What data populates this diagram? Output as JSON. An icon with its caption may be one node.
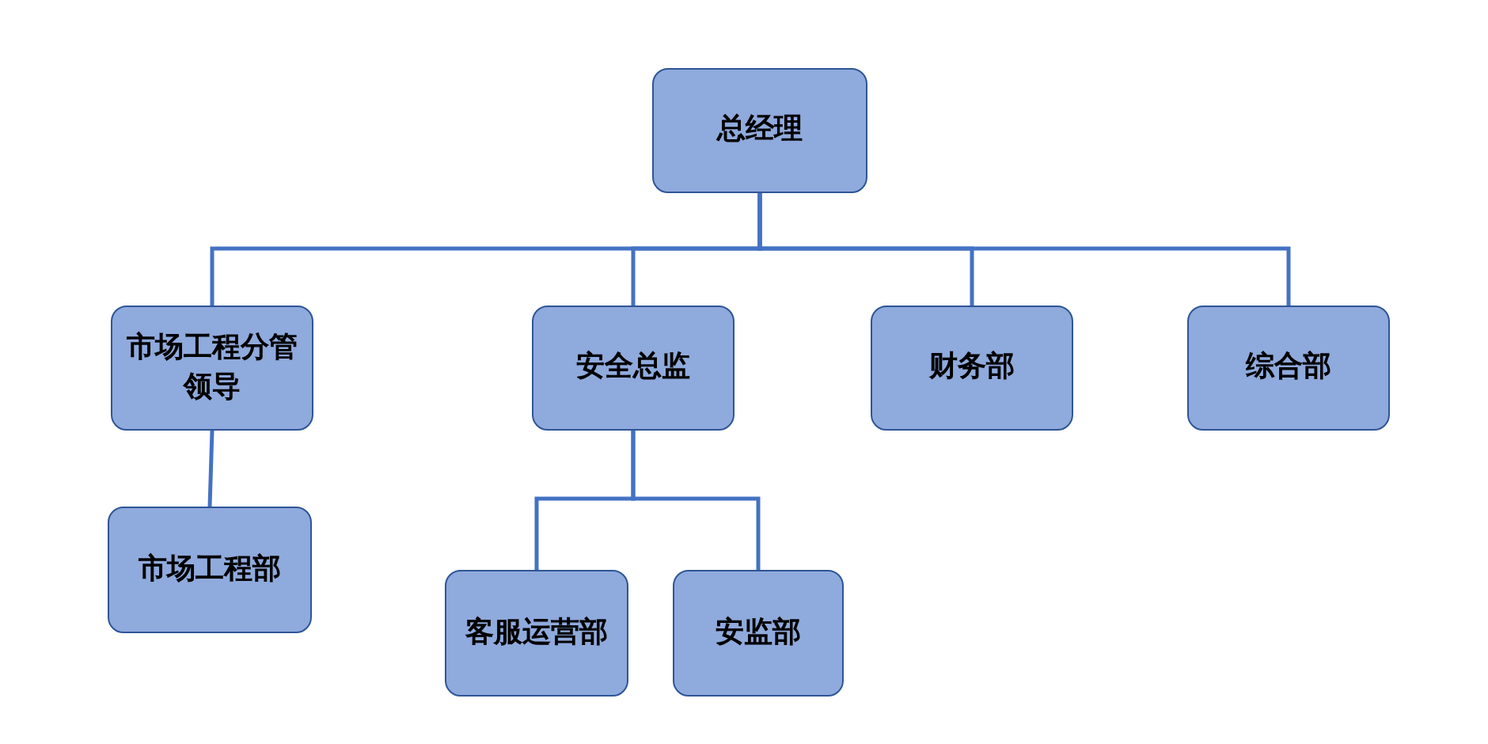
{
  "diagram": {
    "nodes": [
      {
        "text": [
          "总经理"
        ]
      },
      {
        "text": [
          "市场工程分管领导"
        ]
      },
      {
        "text": [
          "安全总监"
        ]
      },
      {
        "text": [
          "财务部"
        ]
      },
      {
        "text": [
          "综合部"
        ]
      },
      {
        "text": [
          "市场工程部"
        ]
      },
      {
        "text": [
          "客服运营部"
        ]
      },
      {
        "text": [
          "安监部"
        ]
      }
    ],
    "edges": [
      {
        "from": 0,
        "to": 1,
        "arrow": "none"
      },
      {
        "from": 0,
        "to": 2,
        "arrow": "none"
      },
      {
        "from": 0,
        "to": 3,
        "arrow": "none"
      },
      {
        "from": 0,
        "to": 4,
        "arrow": "none"
      },
      {
        "from": 1,
        "to": 5,
        "arrow": "none"
      },
      {
        "from": 2,
        "to": 6,
        "arrow": "none"
      },
      {
        "from": 2,
        "to": 7,
        "arrow": "none"
      }
    ]
  }
}
